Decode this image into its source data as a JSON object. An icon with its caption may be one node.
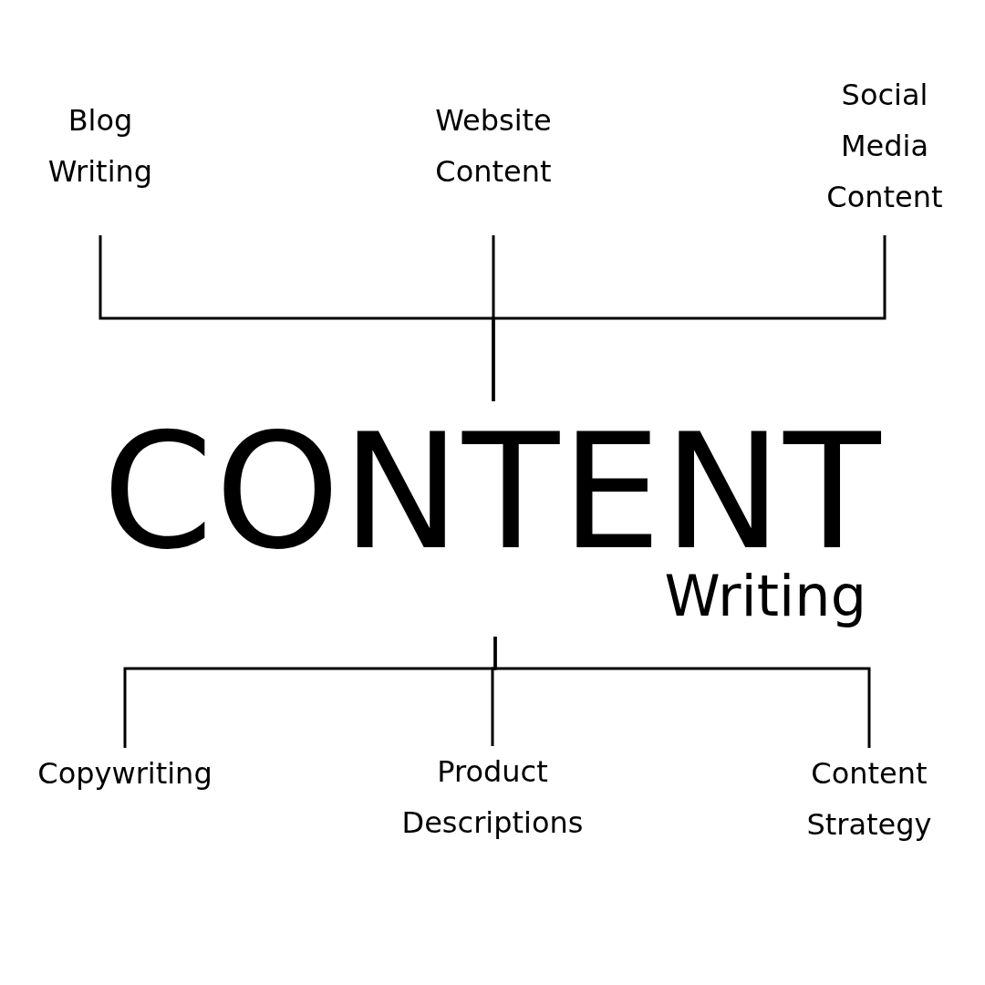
{
  "diagram": {
    "nodes": [
      {
        "text": [
          "CONTENT",
          "Writing"
        ]
      },
      {
        "text": [
          "Blog Writing"
        ]
      },
      {
        "text": [
          "Website Content"
        ]
      },
      {
        "text": [
          "Social Media Content"
        ]
      },
      {
        "text": [
          "Copywriting"
        ]
      },
      {
        "text": [
          "Product Descriptions"
        ]
      },
      {
        "text": [
          "Content Strategy"
        ]
      }
    ],
    "edges": [
      {
        "from": 0,
        "to": 1,
        "arrow": "none"
      },
      {
        "from": 0,
        "to": 2,
        "arrow": "none"
      },
      {
        "from": 0,
        "to": 3,
        "arrow": "none"
      },
      {
        "from": 0,
        "to": 4,
        "arrow": "none"
      },
      {
        "from": 0,
        "to": 5,
        "arrow": "none"
      },
      {
        "from": 0,
        "to": 6,
        "arrow": "none"
      }
    ]
  }
}
